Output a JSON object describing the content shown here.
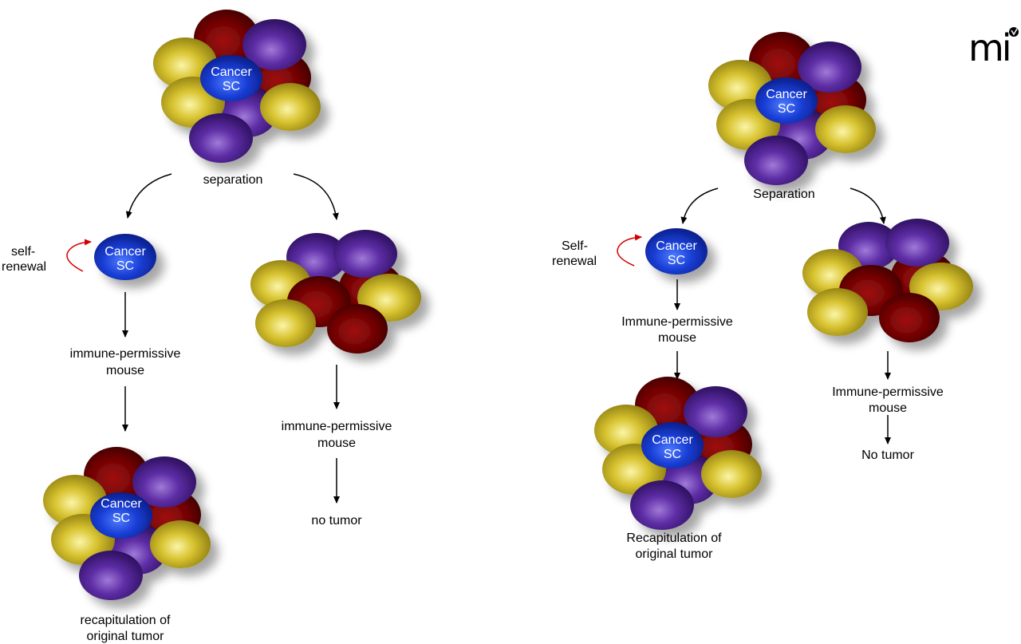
{
  "logo": {
    "text": "mi"
  },
  "colors": {
    "cancer_sc": "#1a3fd6",
    "yellow_cell": "#c9b31a",
    "purple_cell": "#5a2aa0",
    "red_cell": "#7a0505",
    "self_renewal_arrow": "#d40000"
  },
  "left_panel": {
    "csc_label_1": "Cancer",
    "csc_label_2": "SC",
    "separation": "separation",
    "self_renewal_1": "self-",
    "self_renewal_2": "renewal",
    "mouse_a_1": "immune-permissive",
    "mouse_a_2": "mouse",
    "mouse_b_1": "immune-permissive",
    "mouse_b_2": "mouse",
    "no_tumor": "no tumor",
    "recap_1": "recapitulation of",
    "recap_2": "original tumor"
  },
  "right_panel": {
    "csc_label_1": "Cancer",
    "csc_label_2": "SC",
    "separation": "Separation",
    "self_renewal_1": "Self-",
    "self_renewal_2": "renewal",
    "mouse_a_1": "Immune-permissive",
    "mouse_a_2": "mouse",
    "mouse_b_1": "Immune-permissive",
    "mouse_b_2": "mouse",
    "no_tumor": "No tumor",
    "recap_1": "Recapitulation of",
    "recap_2": "original tumor"
  }
}
